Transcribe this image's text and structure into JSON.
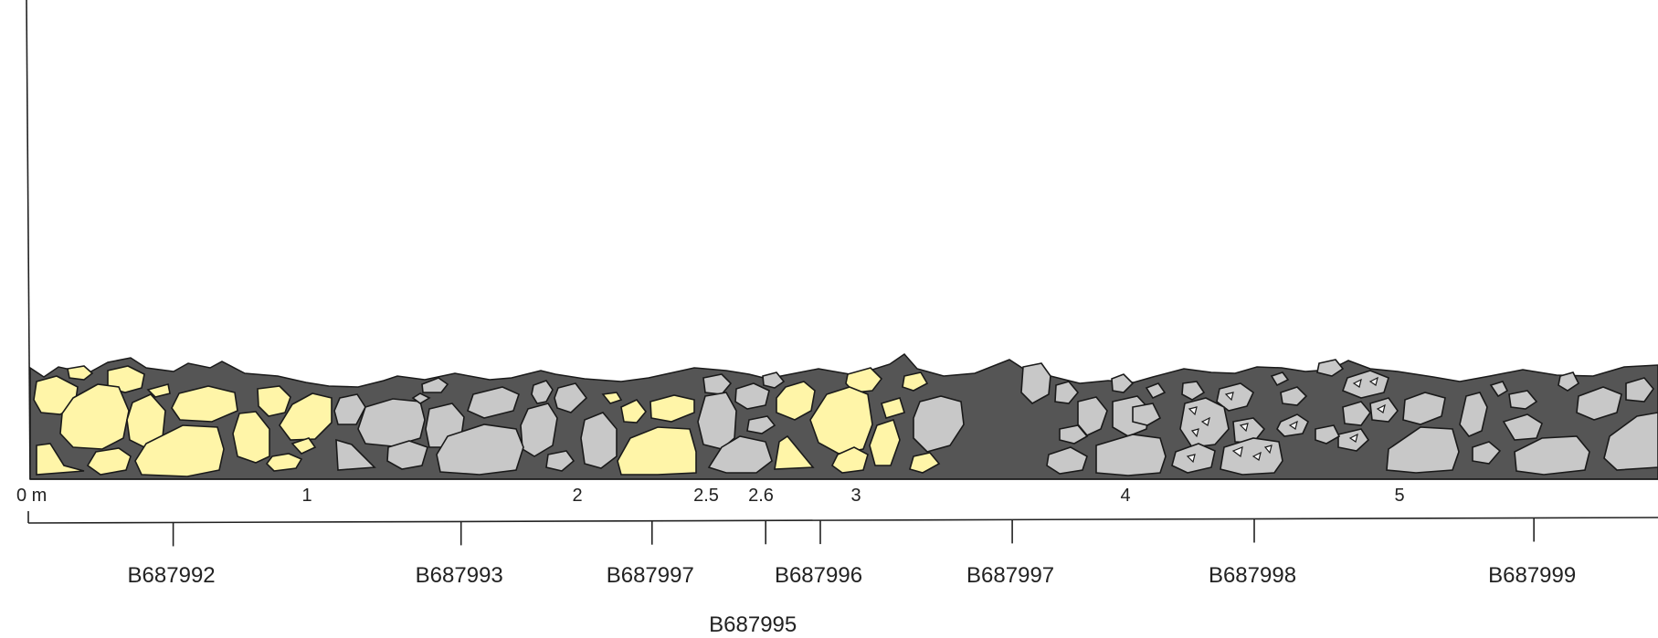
{
  "scale": {
    "origin_label": "0 m",
    "ticks": [
      {
        "value": 1,
        "label": "1"
      },
      {
        "value": 2,
        "label": "2"
      },
      {
        "value": 2.5,
        "label": "2.5"
      },
      {
        "value": 2.6,
        "label": "2.6"
      },
      {
        "value": 3,
        "label": "3"
      },
      {
        "value": 4,
        "label": "4"
      },
      {
        "value": 5,
        "label": "5"
      }
    ]
  },
  "samples": [
    {
      "id": "B687992",
      "at_m": 0.52
    },
    {
      "id": "B687993",
      "at_m": 1.57
    },
    {
      "id": "B687997",
      "at_m": 2.29
    },
    {
      "id": "B687995",
      "at_m": 2.62
    },
    {
      "id": "B687996",
      "at_m": 2.85
    },
    {
      "id": "B687997",
      "at_m": 3.58
    },
    {
      "id": "B687998",
      "at_m": 4.47
    },
    {
      "id": "B687999",
      "at_m": 5.52
    }
  ],
  "colors": {
    "matrix": "#555555",
    "clast_yellow": "#fff5a8",
    "clast_gray": "#c8c8c8",
    "outline": "#1a1a1a"
  }
}
